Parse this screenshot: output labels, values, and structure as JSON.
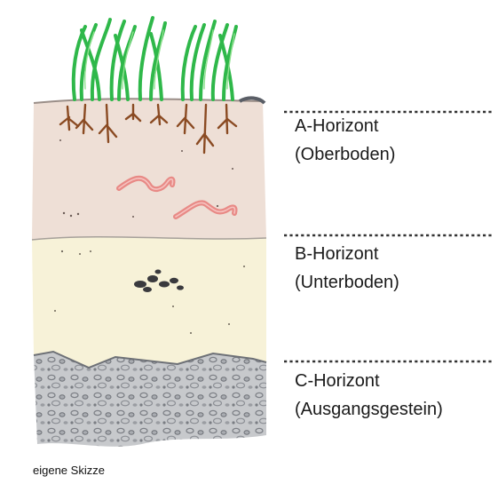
{
  "horizons": [
    {
      "name": "A-Horizont",
      "description": "(Oberboden)",
      "color": "#efe3da"
    },
    {
      "name": "B-Horizont",
      "description": "(Unterboden)",
      "color": "#f7f3dc"
    },
    {
      "name": "C-Horizont",
      "description": "(Ausgangsgestein)",
      "color": "#c8c9cc"
    }
  ],
  "caption": "eigene Skizze",
  "colors": {
    "grass": "#2fb84a",
    "roots": "#8a4a22",
    "worm": "#e88a86",
    "stones": "#3c3c40",
    "dotted_line": "#333333"
  }
}
